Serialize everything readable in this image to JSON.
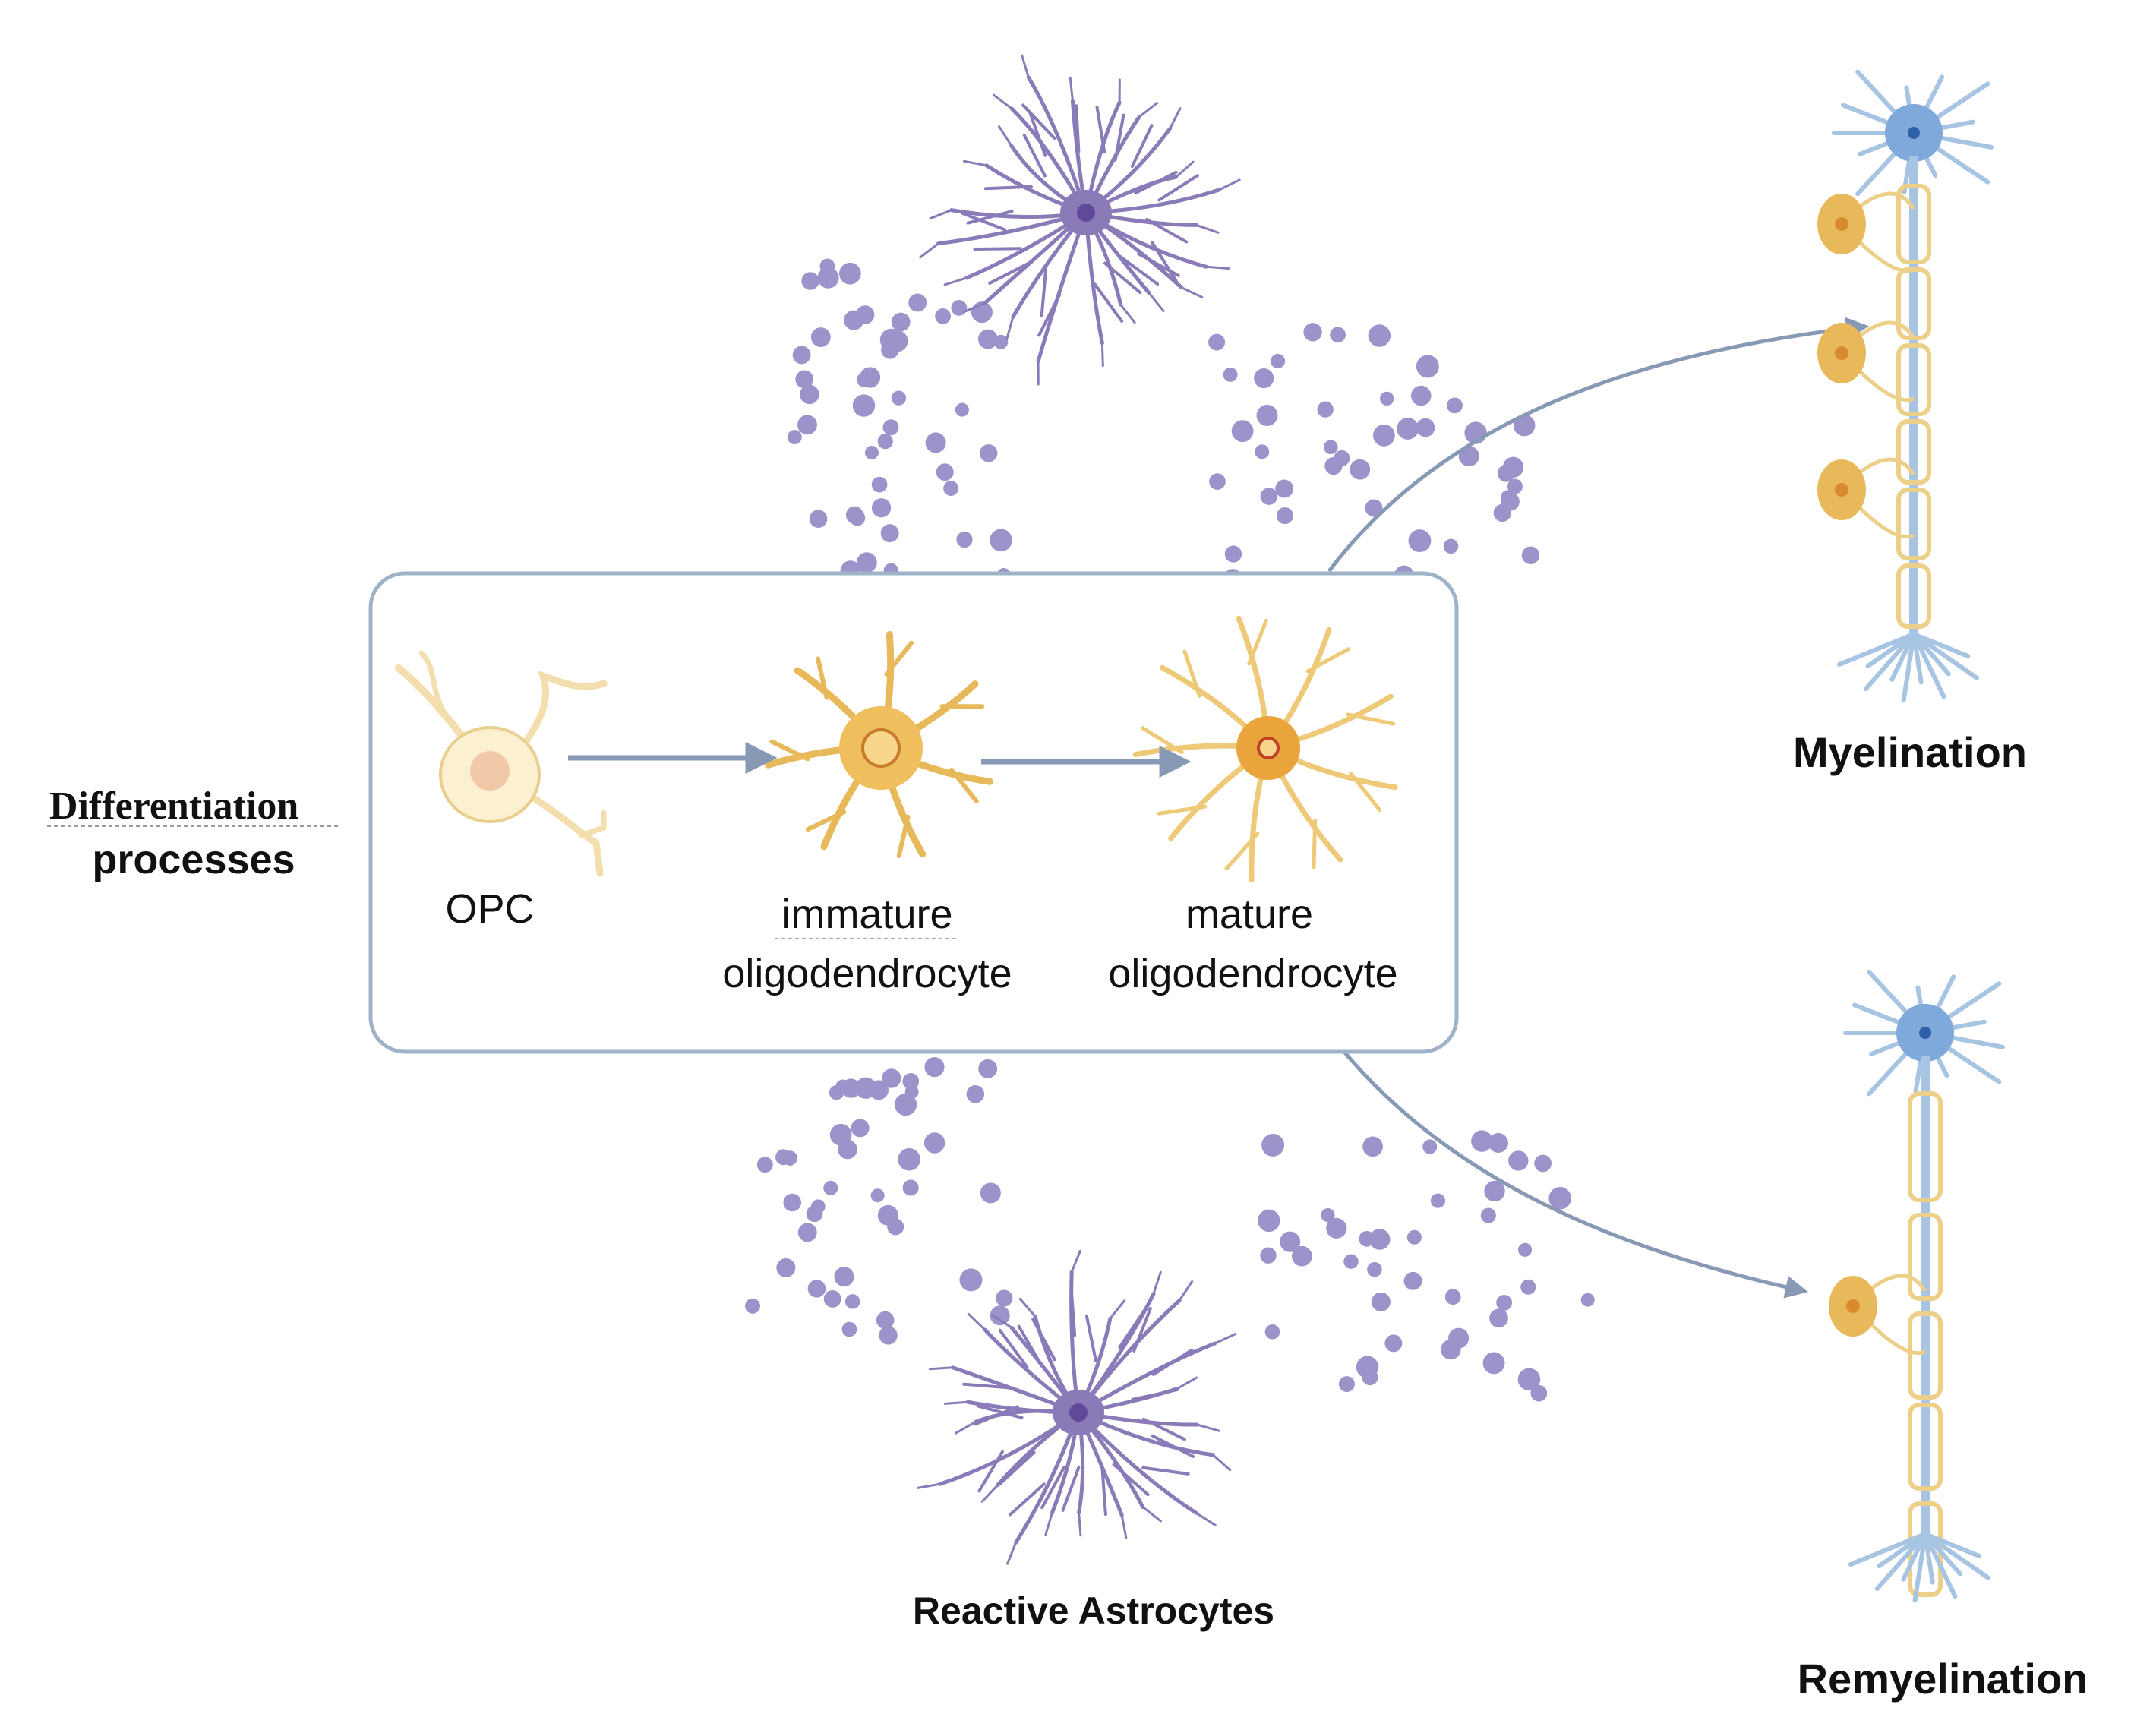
{
  "labels": {
    "differentiation_line1": "Differentiation",
    "differentiation_line2": "processes",
    "opc": "OPC",
    "immature_line1": "immature",
    "immature_line2": "oligodendrocyte",
    "mature_line1": "mature",
    "mature_line2": "oligodendrocyte",
    "myelination": "Myelination",
    "remyelination": "Remyelination",
    "reactive_astrocytes": "Reactive Astrocytes"
  },
  "colors": {
    "box_border": "#9fb3c8",
    "arrow": "#8799b5",
    "astrocyte": "#8a7bb8",
    "astrocyte_nucleus": "#5f4a9a",
    "dot": "#9b93c9",
    "opc": "#f3dfae",
    "oligo": "#e8b95a",
    "oligo_nucleus": "#d98a2e",
    "neuron": "#a7c4e2",
    "neuron_body": "#7fa9da",
    "myelin": "#ecd08a"
  },
  "icons": {
    "astrocyte": "astrocyte-cell-icon",
    "opc": "opc-cell-icon",
    "immature": "immature-oligodendrocyte-icon",
    "mature": "mature-oligodendrocyte-icon",
    "neuron": "neuron-icon"
  }
}
